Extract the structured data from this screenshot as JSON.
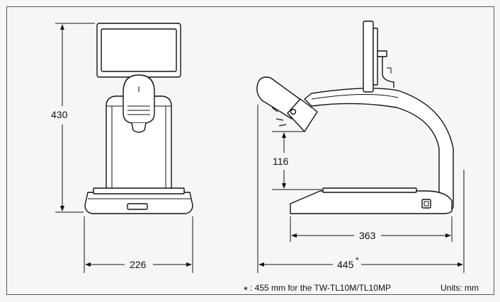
{
  "dimensions": {
    "front_height": "430",
    "front_width": "226",
    "side_gap": "116",
    "side_base_length": "363",
    "side_total_length": "445",
    "side_total_mark": "*"
  },
  "footnote": {
    "mark": "*",
    "text": ": 455 mm for the TW-TL10M/TL10MP",
    "units": "Units: mm"
  },
  "colors": {
    "background": "#f6f6f6",
    "line": "#111111"
  }
}
